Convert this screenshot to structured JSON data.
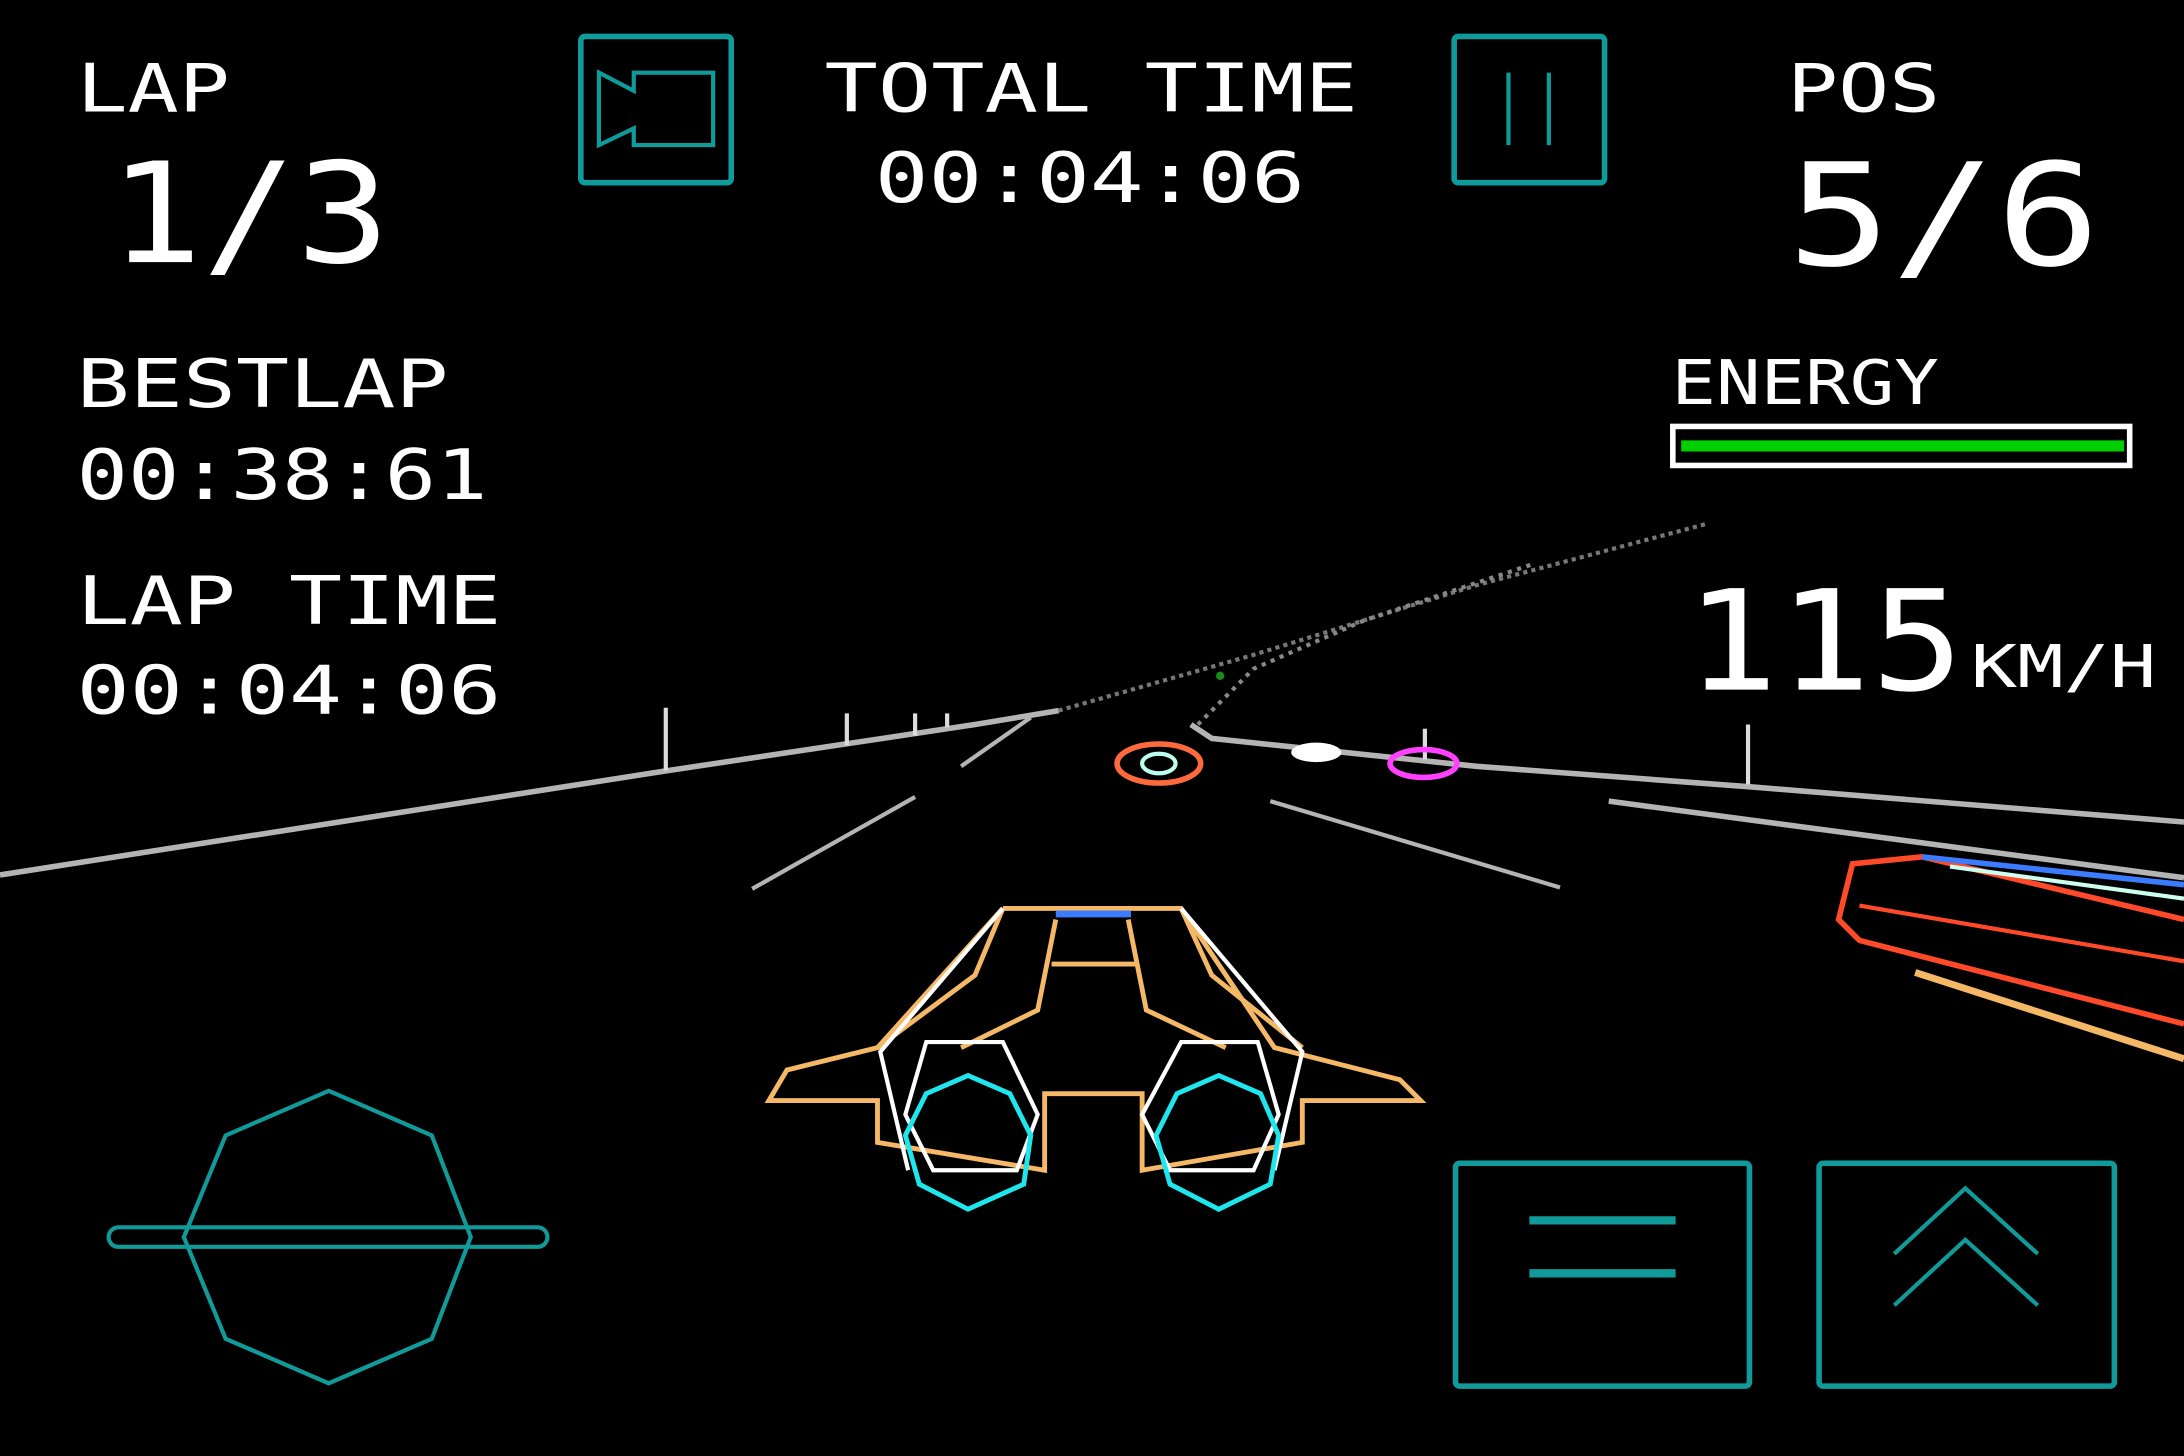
{
  "hud": {
    "lap_label": "LAP",
    "lap_value": "1/3",
    "total_time_label": "TOTAL TIME",
    "total_time_value": "00:04:06",
    "pos_label": "POS",
    "pos_value": "5/6",
    "bestlap_label": "BESTLAP",
    "bestlap_value": "00:38:61",
    "lap_time_label": "LAP TIME",
    "lap_time_value": "00:04:06",
    "energy_label": "ENERGY",
    "energy_fraction": 1.0,
    "speed_value": "115",
    "speed_unit": "KM/H"
  },
  "controls": {
    "camera_icon": "camera-icon",
    "pause_icon": "pause-icon",
    "steering_icon": "steering-wheel-icon",
    "brake_icon": "equals-icon",
    "boost_icon": "double-chevron-up-icon"
  },
  "colors": {
    "ui_teal": "#119a9a",
    "energy_green": "#00d000",
    "ship_orange": "#f5b866",
    "engine_cyan": "#1ee6ec"
  }
}
